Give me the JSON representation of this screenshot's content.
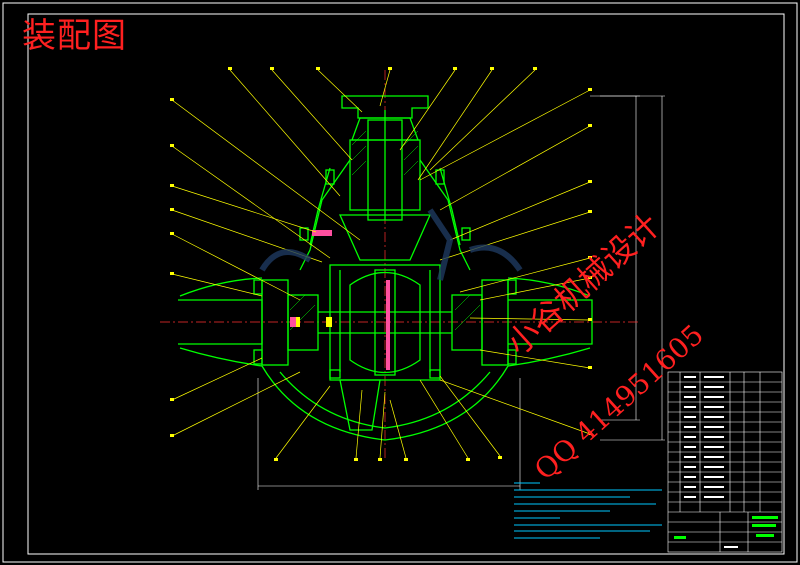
{
  "title": "装配图",
  "watermark": {
    "line1": "小谷机械设计",
    "line2": "QQ 414951605"
  },
  "colors": {
    "background": "#000000",
    "frame": "#ffffff",
    "parts": "#00ff00",
    "leaders": "#ffff00",
    "centerline": "#ff3030",
    "notes": "#00c8ff",
    "title_red": "#ff2020"
  }
}
